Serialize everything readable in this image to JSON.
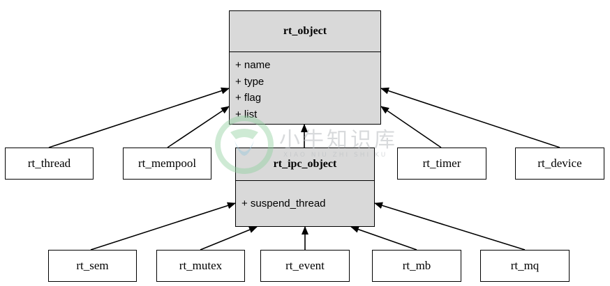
{
  "classes": {
    "rt_object": {
      "title": "rt_object",
      "attrs": [
        "+ name",
        "+ type",
        "+ flag",
        "+ list"
      ]
    },
    "rt_ipc_object": {
      "title": "rt_ipc_object",
      "attrs": [
        "+ suspend_thread"
      ]
    }
  },
  "boxes": {
    "rt_thread": "rt_thread",
    "rt_mempool": "rt_mempool",
    "rt_timer": "rt_timer",
    "rt_device": "rt_device",
    "rt_sem": "rt_sem",
    "rt_mutex": "rt_mutex",
    "rt_event": "rt_event",
    "rt_mb": "rt_mb",
    "rt_mq": "rt_mq"
  },
  "watermark": {
    "main": "小牛知识库",
    "sub": "XIAO NIU ZHI SHI KU"
  },
  "colors": {
    "class_fill": "#d9d9d9",
    "line": "#000000",
    "watermark": "#b9bdc1"
  }
}
